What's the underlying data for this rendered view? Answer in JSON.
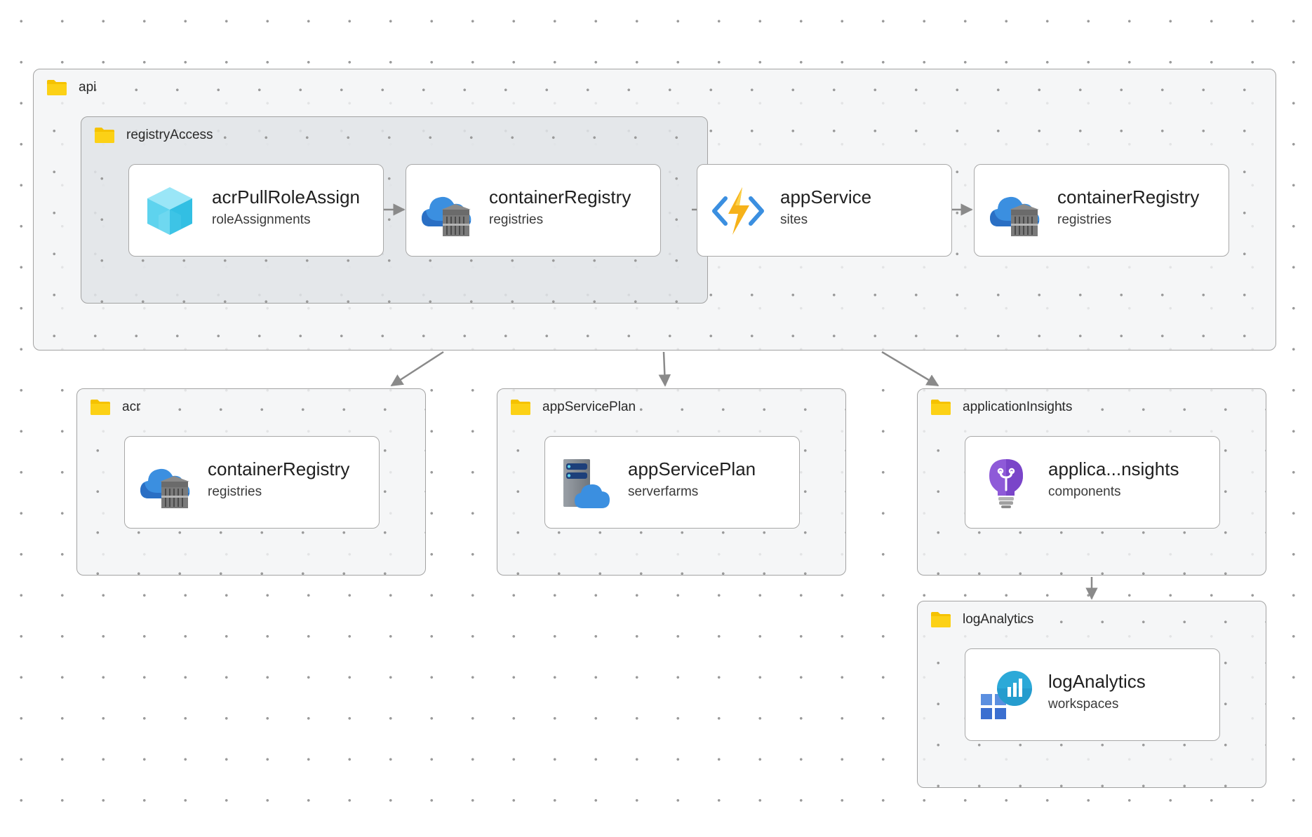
{
  "groups": {
    "api": {
      "label": "api"
    },
    "registryAccess": {
      "label": "registryAccess"
    },
    "acr": {
      "label": "acr"
    },
    "appServicePlan": {
      "label": "appServicePlan"
    },
    "applicationInsights": {
      "label": "applicationInsights"
    },
    "logAnalytics": {
      "label": "logAnalytics"
    }
  },
  "nodes": {
    "acrPullRoleAssign": {
      "title": "acrPullRoleAssign",
      "type": "roleAssignments",
      "icon": "role-assignment-cube-icon"
    },
    "containerRegistry_access": {
      "title": "containerRegistry",
      "type": "registries",
      "icon": "container-registry-icon"
    },
    "appService": {
      "title": "appService",
      "type": "sites",
      "icon": "app-service-bolt-icon"
    },
    "containerRegistry_api": {
      "title": "containerRegistry",
      "type": "registries",
      "icon": "container-registry-icon"
    },
    "containerRegistry_acr": {
      "title": "containerRegistry",
      "type": "registries",
      "icon": "container-registry-icon"
    },
    "appServicePlan": {
      "title": "appServicePlan",
      "type": "serverfarms",
      "icon": "server-farm-icon"
    },
    "applicationInsights": {
      "title": "applica...nsights",
      "type": "components",
      "icon": "lightbulb-insights-icon"
    },
    "logAnalytics": {
      "title": "logAnalytics",
      "type": "workspaces",
      "icon": "log-analytics-icon"
    }
  },
  "colors": {
    "folder": "#f5c200",
    "edge": "#8a8a8a",
    "azure_blue": "#3b8fe0",
    "bolt": "#f6b21a",
    "insights_purple": "#8e5ad8",
    "cube_cyan": "#5ed3ee"
  }
}
